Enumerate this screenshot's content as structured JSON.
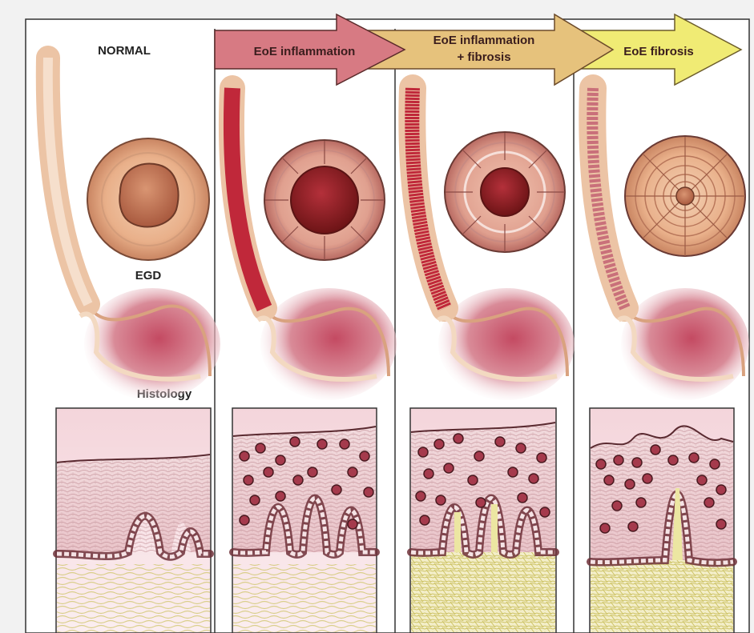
{
  "labels": {
    "normal": "NORMAL",
    "egd": "EGD",
    "histology": "Histology"
  },
  "stages": [
    {
      "line1": "EoE inflammation",
      "line2": ""
    },
    {
      "line1": "EoE inflammation",
      "line2": "+ fibrosis"
    },
    {
      "line1": "EoE fibrosis",
      "line2": ""
    }
  ],
  "colors": {
    "background": "#f2f2f2",
    "panel": "#ffffff",
    "arrow_inflammation": "#d77a83",
    "arrow_mixed": "#e6c27c",
    "arrow_fibrosis": "#f0eb74",
    "esophagus_normal": "#ecc4a5",
    "esophagus_inflamed": "#c0283a",
    "stomach": "#b94a5f",
    "eosinophil": "#a53a4c",
    "fibrosis": "#ece6a2"
  }
}
